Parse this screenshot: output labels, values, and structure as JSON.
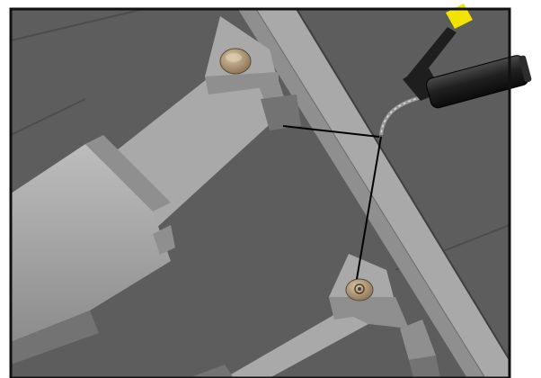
{
  "figure": {
    "subject": "grease-gun-lubrication-of-pivot-points",
    "components": [
      "frame-rail",
      "upper-pivot-bracket",
      "upper-grease-fitting",
      "lower-pivot-bracket",
      "lower-grease-fitting",
      "hydraulic-cylinder",
      "grease-gun"
    ]
  },
  "colors": {
    "background": "#5d5d5d",
    "border": "#111111",
    "steel_light": "#a9a9a9",
    "steel_mid": "#8f8f8f",
    "steel_dark": "#737373",
    "fitting": "#b49a77",
    "grease_gun_body": "#1e1e1e",
    "grease_gun_handle_tip": "#f2e400",
    "leader_line": "#000000"
  }
}
